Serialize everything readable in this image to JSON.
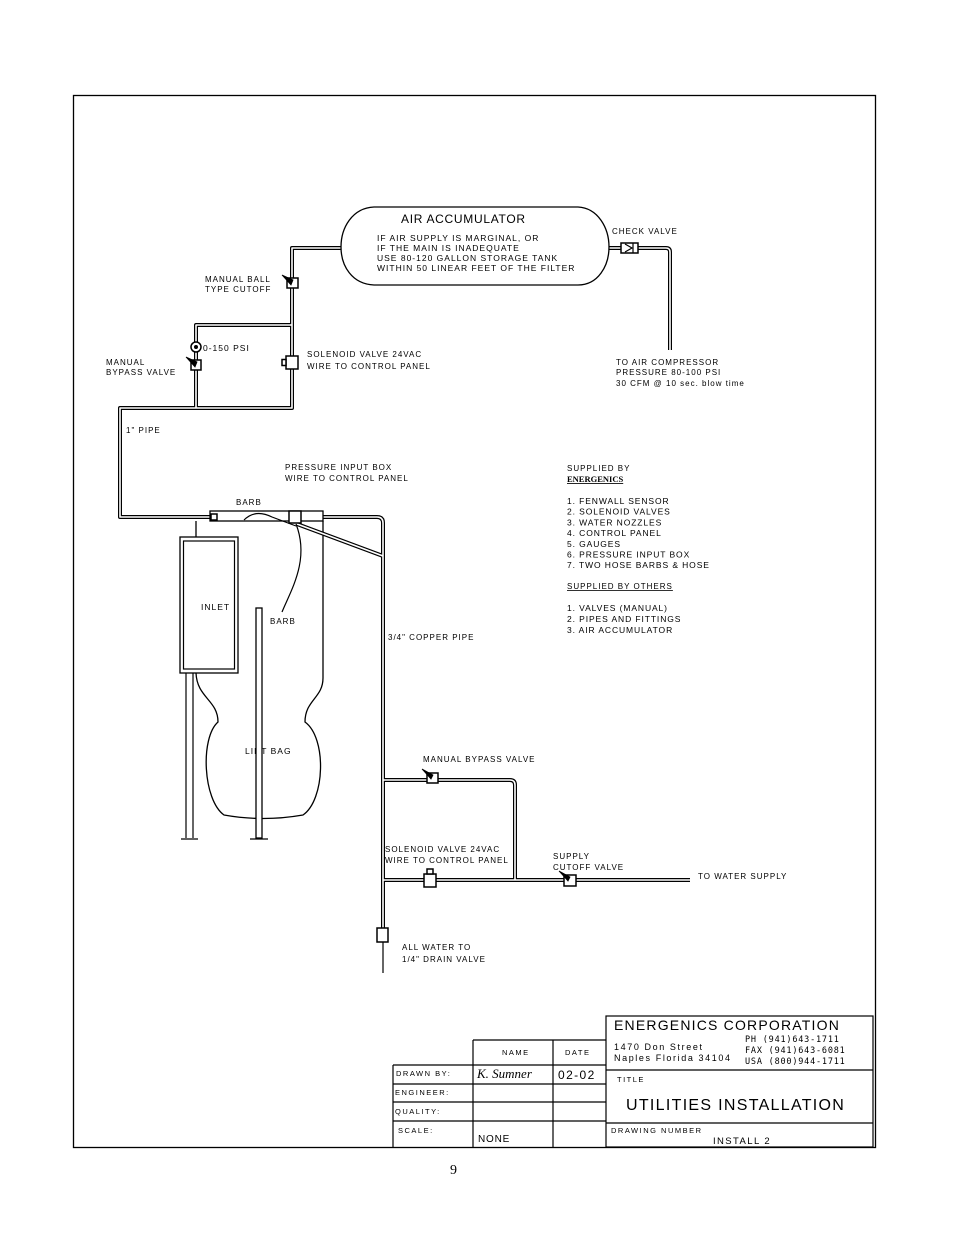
{
  "page_number": "9",
  "accumulator": {
    "title": "AIR ACCUMULATOR",
    "notes": [
      "IF AIR SUPPLY IS MARGINAL, OR",
      "IF THE MAIN IS INADEQUATE",
      "USE 80-120 GALLON STORAGE TANK",
      "WITHIN 50 LINEAR FEET OF THE FILTER"
    ]
  },
  "air_line": {
    "check_valve": "CHECK VALVE",
    "ball_cutoff": [
      "MANUAL BALL",
      "TYPE CUTOFF"
    ],
    "gauge": "0-150 PSI",
    "bypass_valve": [
      "MANUAL",
      "BYPASS VALVE"
    ],
    "solenoid_valve": [
      "SOLENOID VALVE 24VAC",
      "WIRE TO CONTROL PANEL"
    ],
    "pipe_size": "1\" PIPE",
    "compressor": [
      "TO AIR COMPRESSOR",
      "PRESSURE 80-100 PSI",
      "30 CFM @ 10 sec. blow time"
    ]
  },
  "filter": {
    "pressure_box": [
      "PRESSURE INPUT BOX",
      "WIRE TO CONTROL PANEL"
    ],
    "top_barb": "BARB",
    "side_barb": "BARB",
    "inlet": "INLET",
    "lint_bag": "LINT BAG"
  },
  "water_line": {
    "pipe_size": "3/4\" COPPER PIPE",
    "bypass_valve": "MANUAL BYPASS VALVE",
    "solenoid_valve": [
      "SOLENOID VALVE 24VAC",
      "WIRE TO CONTROL PANEL"
    ],
    "cutoff_valve": [
      "SUPPLY",
      "CUTOFF VALVE"
    ],
    "supply": "TO WATER SUPPLY",
    "drain": [
      "ALL WATER TO",
      "1/4\" DRAIN VALVE"
    ]
  },
  "supplied": {
    "energenics_heading": "SUPPLIED BY",
    "energenics_name": "ENERGENICS",
    "energenics_items": [
      "1. FENWALL SENSOR",
      "2. SOLENOID VALVES",
      "3. WATER NOZZLES",
      "4. CONTROL PANEL",
      "5. GAUGES",
      "6. PRESSURE INPUT BOX",
      "7. TWO HOSE BARBS & HOSE"
    ],
    "others_heading": "SUPPLIED BY OTHERS",
    "others_items": [
      "1. VALVES (MANUAL)",
      "2. PIPES AND FITTINGS",
      "3. AIR ACCUMULATOR"
    ]
  },
  "title_block": {
    "company": "ENERGENICS CORPORATION",
    "address": [
      "1470 Don Street",
      "Naples Florida 34104"
    ],
    "phones": [
      "PH (941)643-1711",
      "FAX (941)643-6081",
      "USA (800)944-1711"
    ],
    "title_label": "TITLE",
    "title": "UTILITIES INSTALLATION",
    "drawing_number_label": "DRAWING NUMBER",
    "drawing_number": "INSTALL 2",
    "headers": [
      "NAME",
      "DATE"
    ],
    "rows": [
      {
        "label": "DRAWN BY:",
        "name": "K. Sumner",
        "date": "02-02"
      },
      {
        "label": "ENGINEER:"
      },
      {
        "label": "QUALITY:"
      },
      {
        "label": "SCALE:",
        "name": "NONE"
      }
    ]
  }
}
